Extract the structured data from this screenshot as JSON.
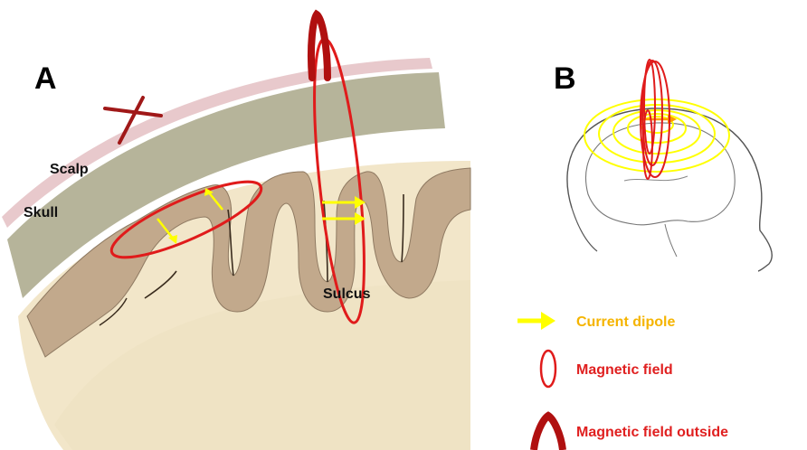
{
  "panel_a": {
    "letter": "A",
    "labels": {
      "scalp": "Scalp",
      "skull": "Skull",
      "sulcus": "Sulcus"
    }
  },
  "panel_b": {
    "letter": "B"
  },
  "legend": {
    "current_dipole": "Current dipole",
    "magnetic_field": "Magnetic field",
    "magnetic_field_outside": "Magnetic field outside"
  },
  "colors": {
    "dipole": "#ffff00",
    "dipole_text": "#f5b400",
    "field": "#e01b1b",
    "field_text": "#e02020",
    "field_outside": "#b01010",
    "skull": "#b6b49a",
    "scalp": "#e8c9cc",
    "cortex": "#c2a98c",
    "brain_bg": "#f2e6c9",
    "x_mark": "#a01818"
  }
}
